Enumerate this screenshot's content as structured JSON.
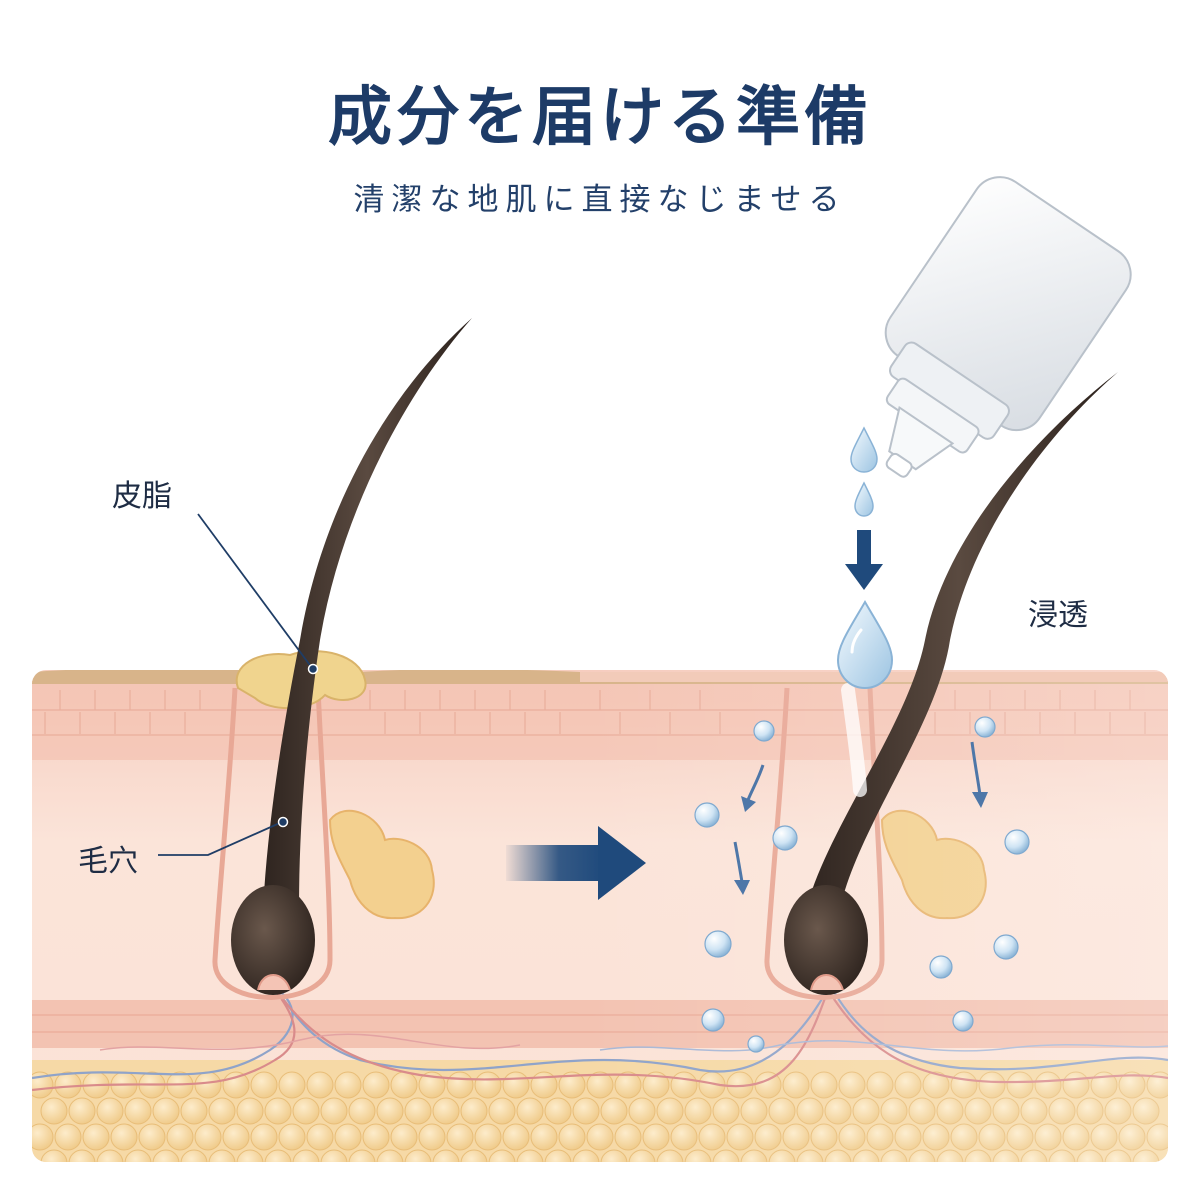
{
  "title": "成分を届ける準備",
  "subtitle": "清潔な地肌に直接なじませる",
  "labels": {
    "sebum": "皮脂",
    "pore": "毛穴",
    "permeation": "浸透"
  },
  "colors": {
    "title": "#1d3b67",
    "arrow": "#1f4a7c",
    "hair": "#3a2e28",
    "skin_surface": "#f3c6b8",
    "dermis": "#fbe3d8",
    "fat": "#f6d9a6",
    "sebum": "#f0d48e",
    "droplet": "#bcd9ef"
  },
  "icons": [
    "dropper-bottle-icon",
    "droplet-icon",
    "down-arrow-icon",
    "right-arrow-icon"
  ]
}
